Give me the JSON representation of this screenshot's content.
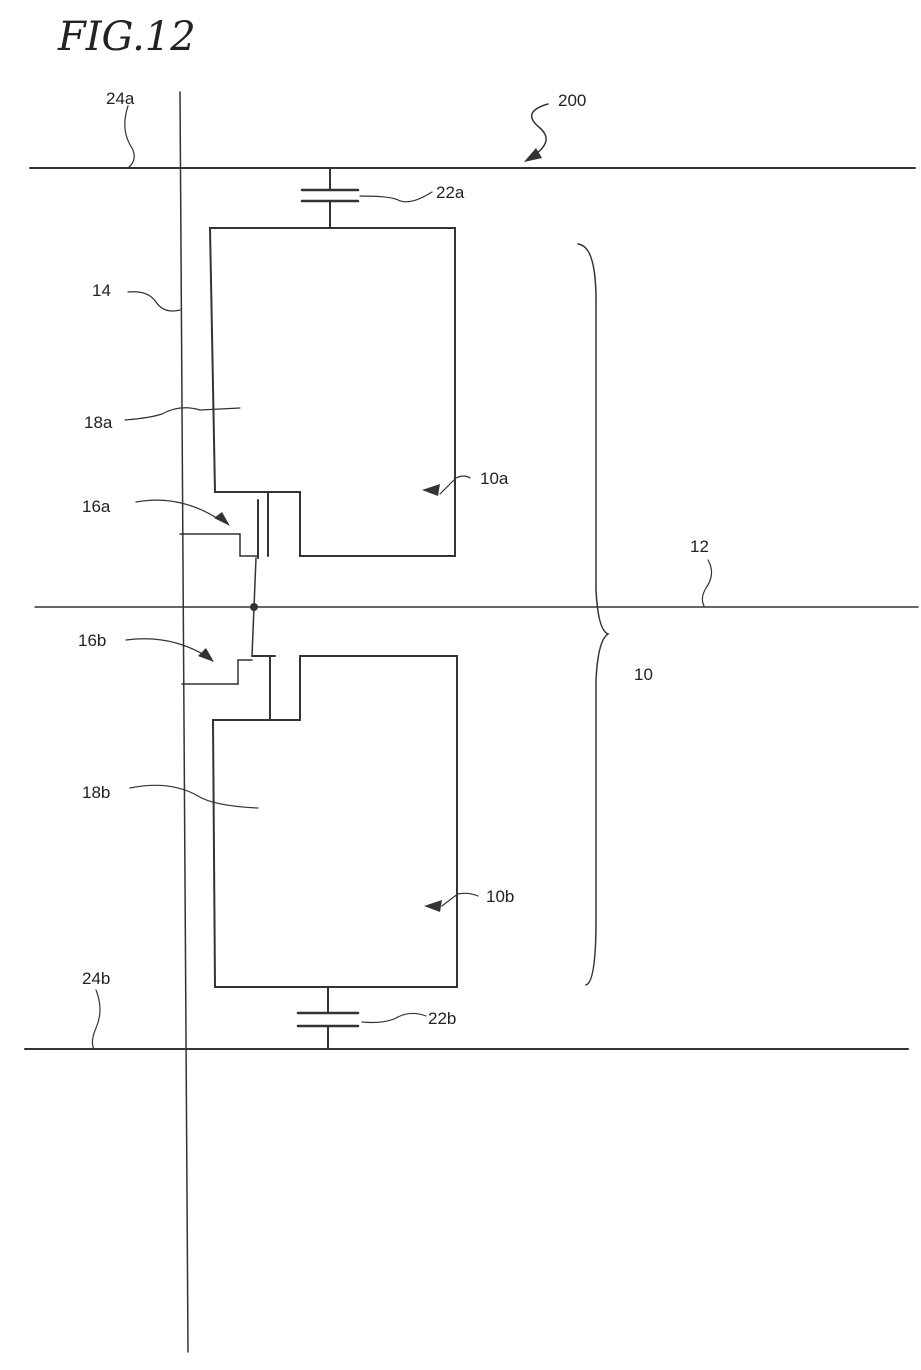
{
  "figure": {
    "title": "FIG.12",
    "labels": {
      "panel": "200",
      "line_24a": "24a",
      "line_24b": "24b",
      "cap_22a": "22a",
      "cap_22b": "22b",
      "line_14": "14",
      "pixel_18a": "18a",
      "pixel_18b": "18b",
      "tft_16a": "16a",
      "tft_16b": "16b",
      "sub_10a": "10a",
      "sub_10b": "10b",
      "line_12": "12",
      "pixel_10": "10"
    }
  }
}
